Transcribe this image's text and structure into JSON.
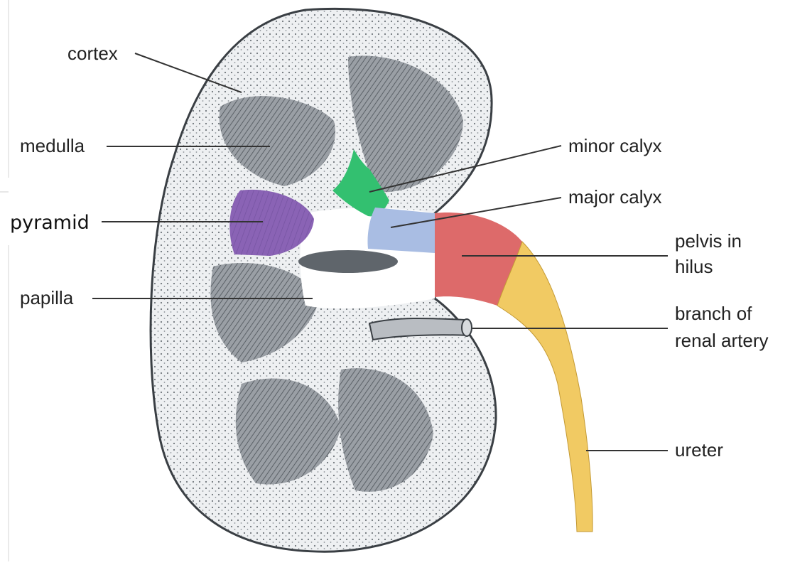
{
  "labels": {
    "cortex": "cortex",
    "medulla": "medulla",
    "pyramid": "pyramid",
    "papilla": "papilla",
    "minor_calyx": "minor calyx",
    "major_calyx": "major calyx",
    "pelvis_line1": "pelvis in",
    "pelvis_line2": "hilus",
    "artery_line1": "branch of",
    "artery_line2": "renal artery",
    "ureter": "ureter"
  },
  "colors": {
    "pyramid": "#8a63b5",
    "minor_calyx": "#33c070",
    "major_calyx": "#a9bde3",
    "pelvis": "#dd6a6a",
    "ureter": "#f1ca63",
    "cortex_fill": "#eceff1",
    "medulla_fill": "#8d9196",
    "leader_line": "#333333"
  }
}
